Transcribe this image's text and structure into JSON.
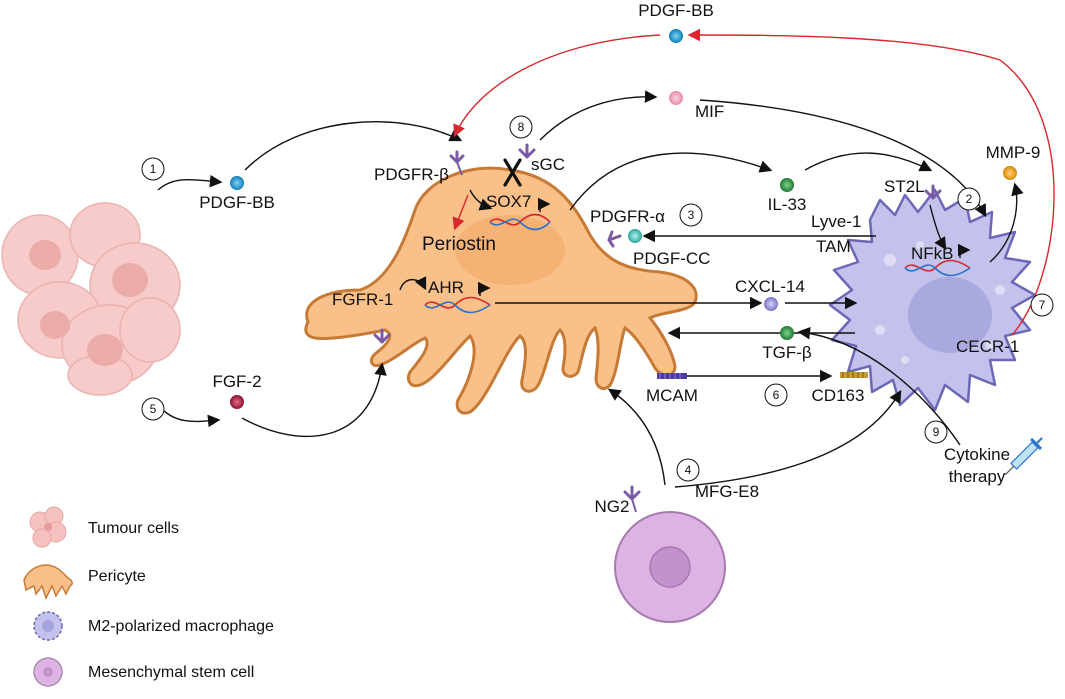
{
  "labels": {
    "pdgfbb_top": "PDGF-BB",
    "pdgfbb_left": "PDGF-BB",
    "mif": "MIF",
    "sgc": "sGC",
    "pdgfrb": "PDGFR-β",
    "sox7": "SOX7",
    "periostin": "Periostin",
    "il33": "IL-33",
    "st2l": "ST2L",
    "mmp9": "MMP-9",
    "pdgfra": "PDGFR-α",
    "pdgfcc": "PDGF-CC",
    "lyve1": "Lyve-1",
    "tam": "TAM",
    "nfkb": "NFkB",
    "fgfr1": "FGFR-1",
    "ahr": "AHR",
    "cxcl14": "CXCL-14",
    "tgfb": "TGF-β",
    "cecr1": "CECR-1",
    "fgf2": "FGF-2",
    "mcam": "MCAM",
    "cd163": "CD163",
    "cytokine1": "Cytokine",
    "cytokine2": "therapy",
    "ng2": "NG2",
    "mfge8": "MFG-E8"
  },
  "step_numbers": [
    "1",
    "2",
    "3",
    "4",
    "5",
    "6",
    "7",
    "8",
    "9"
  ],
  "legend": [
    {
      "icon": "tumour-cells-icon",
      "label": "Tumour cells"
    },
    {
      "icon": "pericyte-icon",
      "label": "Pericyte"
    },
    {
      "icon": "macrophage-icon",
      "label": "M2-polarized macrophage"
    },
    {
      "icon": "stem-cell-icon",
      "label": "Mesenchymal stem cell"
    }
  ],
  "colors": {
    "pericyte": "#f9c089",
    "pericyte_outline": "#c77a35",
    "macrophage": "#c3c2ec",
    "macrophage_outline": "#6c68b8",
    "stem_cell": "#dcb3e3",
    "tumour": "#f2b1ae",
    "red_arrow": "#d9262c",
    "receptor": "#7b5aa6"
  }
}
